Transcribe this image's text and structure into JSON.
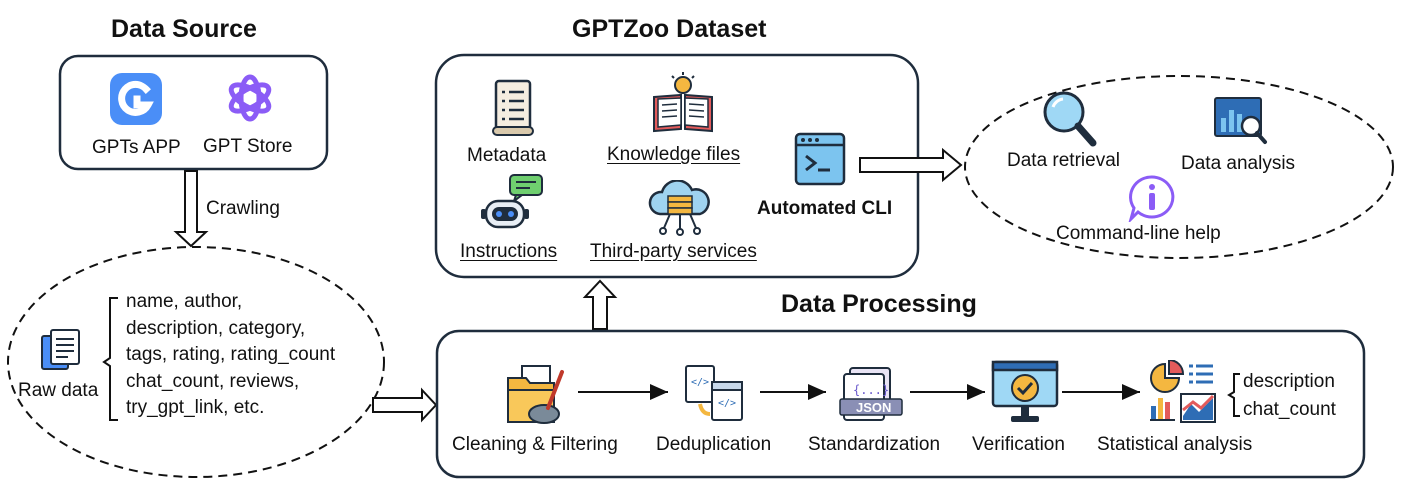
{
  "data_source": {
    "title": "Data Source",
    "apps": [
      "GPTs APP",
      "GPT Store"
    ],
    "arrow_label": "Crawling"
  },
  "raw_data": {
    "label": "Raw data",
    "attributes": [
      "name, author,",
      "description, category,",
      "tags, rating, rating_count",
      "chat_count, reviews,",
      "try_gpt_link, etc."
    ]
  },
  "dataset": {
    "title": "GPTZoo Dataset",
    "items": {
      "metadata": "Metadata",
      "knowledge_files": "Knowledge files",
      "instructions": "Instructions",
      "third_party": "Third-party services",
      "cli": "Automated CLI"
    }
  },
  "cli_functions": {
    "retrieval": "Data retrieval",
    "analysis": "Data analysis",
    "help": "Command-line help"
  },
  "processing": {
    "title": "Data Processing",
    "steps": [
      "Cleaning & Filtering",
      "Deduplication",
      "Standardization",
      "Verification",
      "Statistical analysis"
    ],
    "stat_fields": [
      "description",
      "chat_count"
    ],
    "json_badge": "JSON",
    "json_braces": "{...}"
  },
  "colors": {
    "stroke": "#1f2d3d",
    "accent_blue": "#4a8ef7",
    "accent_purple": "#8b5cf6",
    "accent_orange": "#f4b740"
  }
}
